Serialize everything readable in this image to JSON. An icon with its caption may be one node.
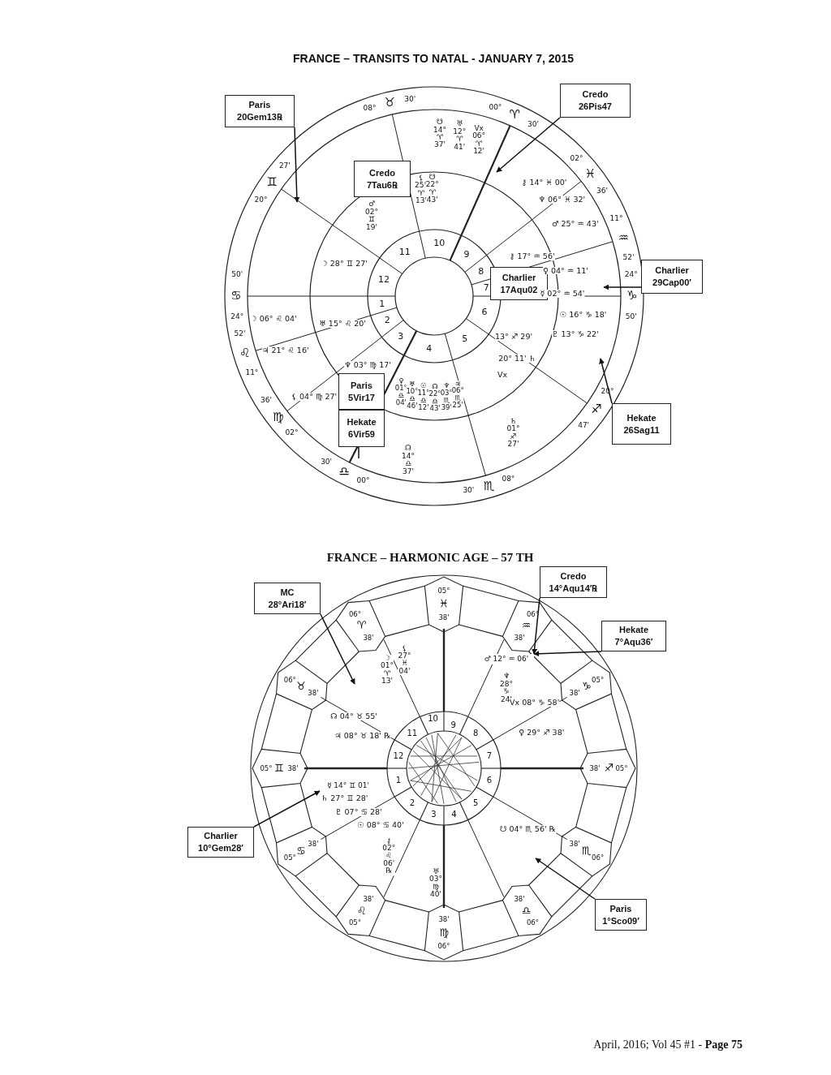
{
  "diagram": {
    "title": "FRANCE – TRANSITS TO NATAL - JANUARY 7, 2015",
    "nodes": [
      {
        "text": [
          "Paris",
          "20Gem13℞"
        ]
      },
      {
        "text": [
          "Credo",
          "7Tau6℞"
        ]
      },
      {
        "text": [
          "Credo",
          "26Pis47"
        ]
      },
      {
        "text": [
          "Charlier",
          "17Aqu02"
        ]
      },
      {
        "text": [
          "Charlier",
          "29Cap00′"
        ]
      },
      {
        "text": [
          "Paris",
          "5Vir17"
        ]
      },
      {
        "text": [
          "Hekate",
          "6Vir59"
        ]
      },
      {
        "text": [
          "Hekate",
          "26Sag11"
        ]
      },
      {
        "text": [
          "MC",
          "28°Ari18′"
        ]
      },
      {
        "text": [
          "Credo",
          "14°Aqu14′℞"
        ]
      },
      {
        "text": [
          "Hekate",
          "7°Aqu36′"
        ]
      },
      {
        "text": [
          "Charlier",
          "10°Gem28′"
        ]
      },
      {
        "text": [
          "Paris",
          "1°Sco09′"
        ]
      },
      {
        "text": [
          "♂ 12° ♒ 06'"
        ]
      },
      {
        "text": [
          "☿ 14° ♊ 01'"
        ]
      }
    ],
    "edges": [
      {
        "from": 0,
        "to": null,
        "arrow": "to"
      },
      {
        "from": 2,
        "to": null,
        "arrow": "to"
      },
      {
        "from": 4,
        "to": null,
        "arrow": "to"
      },
      {
        "from": 7,
        "to": null,
        "arrow": "to"
      },
      {
        "from": 6,
        "to": null,
        "arrow": "none"
      },
      {
        "from": 8,
        "to": null,
        "arrow": "to"
      },
      {
        "from": 9,
        "to": 13,
        "arrow": "to"
      },
      {
        "from": 10,
        "to": 13,
        "arrow": "to"
      },
      {
        "from": 11,
        "to": 14,
        "arrow": "to"
      },
      {
        "from": 12,
        "to": null,
        "arrow": "to"
      }
    ],
    "labels": [
      "24°",
      "♋",
      "50'",
      "11°",
      "♌",
      "52'",
      "02°",
      "♍",
      "36'",
      "00°",
      "♎",
      "30'",
      "08°",
      "♏",
      "30'",
      "20°",
      "♐",
      "47'",
      "24°",
      "♑",
      "50'",
      "11°",
      "♒",
      "52'",
      "02°",
      "♓",
      "36'",
      "00°",
      "♈",
      "30'",
      "08°",
      "♉",
      "30'",
      "20°",
      "♊",
      "27'",
      "1",
      "2",
      "3",
      "4",
      "5",
      "6",
      "7",
      "8",
      "9",
      "10",
      "11",
      "12",
      "☋ 14° ♈ 37'",
      "♅ 12° ♈ 41'",
      "Vx 06° ♈ 12'",
      "⚷ 14° ♓ 00'",
      "♆ 06° ♓ 32'",
      "♂ 25° ♒ 43'",
      "♀ 04° ♒ 11'",
      "☿ 02° ♒ 54'",
      "☉ 16° ♑ 18'",
      "♇ 13° ♑ 22'",
      "♄ 01° ♐ 27'",
      "☊ 14° ♎ 37'",
      "⚸ 04° ♍ 27'",
      "♃ 21° ♌ 16'",
      "☽ 06° ♌ 04'",
      "♂ 02° ♊ 19'",
      "⚸ 25° ♈ 13'",
      "☋ 22° ♈ 43'",
      "☽ 28° ♊ 27'",
      "♅ 15° ♌ 20'",
      "♆ 03° ♍ 17'",
      "⚷ 17° ♒ 56'",
      "13° ♐ 29'",
      "20° 11' ♄",
      "Vx",
      "♀ 01° ♎ 04'",
      "♅ 10° ♎ 46'",
      "☉ 11° ♎ 12'",
      "☊ 22° ♎ 43'",
      "♆ 03° ♏ 39'",
      "♃ 06° ♏ 25'",
      "FRANCE – HARMONIC AGE – 57 TH",
      "05°",
      "♓",
      "38'",
      "06°",
      "♈",
      "38'",
      "06°",
      "♉",
      "38'",
      "05°",
      "♊",
      "38'",
      "05°",
      "♋",
      "38'",
      "05°",
      "♌",
      "38'",
      "06°",
      "♍",
      "38'",
      "06°",
      "♎",
      "38'",
      "06°",
      "♏",
      "38'",
      "05°",
      "♐",
      "38'",
      "05°",
      "♑",
      "38'",
      "06°",
      "♒",
      "38'",
      "1",
      "2",
      "3",
      "4",
      "5",
      "6",
      "7",
      "8",
      "9",
      "10",
      "11",
      "12",
      "☽ 01° ♈ 13'",
      "⚸ 27° ♓ 04'",
      "☊ 04° ♉ 55'",
      "♃ 08° ♉ 18' ℞",
      "♆ 28° ♑ 24'",
      "Vx 08° ♑ 58'",
      "♀ 29° ♐ 38'",
      "♄ 27° ♊ 28'",
      "♇ 07° ♋ 28'",
      "☉ 08° ♋ 40'",
      "⚷ 02° ♌ 06' ℞",
      "♅ 03° ♍ 40'",
      "☋ 04° ♏ 56' ℞",
      "April, 2016; Vol 45 #1 - **Page 75**"
    ]
  }
}
